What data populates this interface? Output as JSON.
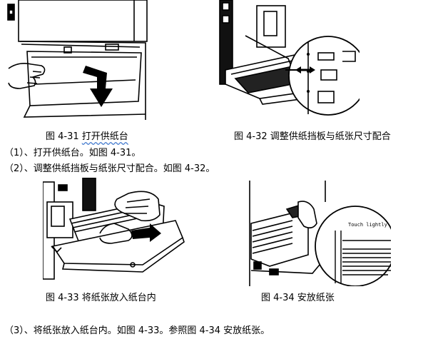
{
  "figures": [
    {
      "caption": "图 4-31 打开供纸台"
    },
    {
      "caption": "图 4-32 调整供纸挡板与纸张尺寸配合"
    },
    {
      "caption": "图 4-33 将纸张放入纸台内"
    },
    {
      "caption": "图 4-34 安放纸张"
    }
  ],
  "steps": [
    "（1）、打开供纸台。如图 4-31。",
    "（2）、调整供纸挡板与纸张尺寸配合。如图 4-32。",
    "（3）、将纸张放入纸台内。如图 4-33。参照图 4-34 安放纸张。"
  ],
  "fig34_label": "Touch lightly"
}
